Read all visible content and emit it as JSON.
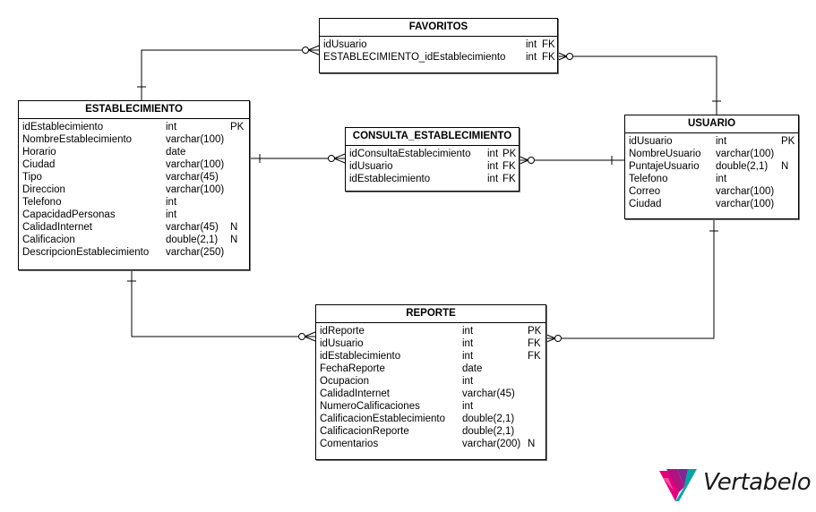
{
  "entities": {
    "favoritos": {
      "title": "FAVORITOS",
      "columns": [
        {
          "name": "idUsuario",
          "type": "int",
          "flag": "FK"
        },
        {
          "name": "ESTABLECIMIENTO_idEstablecimiento",
          "type": "int",
          "flag": "FK"
        }
      ]
    },
    "establecimiento": {
      "title": "ESTABLECIMIENTO",
      "columns": [
        {
          "name": "idEstablecimiento",
          "type": "int",
          "flag": "PK"
        },
        {
          "name": "NombreEstablecimiento",
          "type": "varchar(100)",
          "flag": ""
        },
        {
          "name": "Horario",
          "type": "date",
          "flag": ""
        },
        {
          "name": "Ciudad",
          "type": "varchar(100)",
          "flag": ""
        },
        {
          "name": "Tipo",
          "type": "varchar(45)",
          "flag": ""
        },
        {
          "name": "Direccion",
          "type": "varchar(100)",
          "flag": ""
        },
        {
          "name": "Telefono",
          "type": "int",
          "flag": ""
        },
        {
          "name": "CapacidadPersonas",
          "type": "int",
          "flag": ""
        },
        {
          "name": "CalidadInternet",
          "type": "varchar(45)",
          "flag": "N"
        },
        {
          "name": "Calificacion",
          "type": "double(2,1)",
          "flag": "N"
        },
        {
          "name": "DescripcionEstablecimiento",
          "type": "varchar(250)",
          "flag": ""
        }
      ]
    },
    "consulta": {
      "title": "CONSULTA_ESTABLECIMIENTO",
      "columns": [
        {
          "name": "idConsultaEstablecimiento",
          "type": "int",
          "flag": "PK"
        },
        {
          "name": "idUsuario",
          "type": "int",
          "flag": "FK"
        },
        {
          "name": "idEstablecimiento",
          "type": "int",
          "flag": "FK"
        }
      ]
    },
    "usuario": {
      "title": "USUARIO",
      "columns": [
        {
          "name": "idUsuario",
          "type": "int",
          "flag": "PK"
        },
        {
          "name": "NombreUsuario",
          "type": "varchar(100)",
          "flag": ""
        },
        {
          "name": "PuntajeUsuario",
          "type": "double(2,1)",
          "flag": "N"
        },
        {
          "name": "Telefono",
          "type": "int",
          "flag": ""
        },
        {
          "name": "Correo",
          "type": "varchar(100)",
          "flag": ""
        },
        {
          "name": "Ciudad",
          "type": "varchar(100)",
          "flag": ""
        }
      ]
    },
    "reporte": {
      "title": "REPORTE",
      "columns": [
        {
          "name": "idReporte",
          "type": "int",
          "flag": "PK"
        },
        {
          "name": "idUsuario",
          "type": "int",
          "flag": "FK"
        },
        {
          "name": "idEstablecimiento",
          "type": "int",
          "flag": "FK"
        },
        {
          "name": "FechaReporte",
          "type": "date",
          "flag": ""
        },
        {
          "name": "Ocupacion",
          "type": "int",
          "flag": ""
        },
        {
          "name": "CalidadInternet",
          "type": "varchar(45)",
          "flag": ""
        },
        {
          "name": "NumeroCalificaciones",
          "type": "int",
          "flag": ""
        },
        {
          "name": "CalificacionEstablecimiento",
          "type": "double(2,1)",
          "flag": ""
        },
        {
          "name": "CalificacionReporte",
          "type": "double(2,1)",
          "flag": ""
        },
        {
          "name": "Comentarios",
          "type": "varchar(200)",
          "flag": "N"
        }
      ]
    }
  },
  "relationships": [
    {
      "from": "establecimiento",
      "to": "favoritos",
      "from_end": "one",
      "to_end": "zero-or-many"
    },
    {
      "from": "usuario",
      "to": "favoritos",
      "from_end": "one",
      "to_end": "zero-or-many"
    },
    {
      "from": "establecimiento",
      "to": "consulta",
      "from_end": "one",
      "to_end": "zero-or-many"
    },
    {
      "from": "usuario",
      "to": "consulta",
      "from_end": "one",
      "to_end": "zero-or-many"
    },
    {
      "from": "establecimiento",
      "to": "reporte",
      "from_end": "one",
      "to_end": "zero-or-many"
    },
    {
      "from": "usuario",
      "to": "reporte",
      "from_end": "one",
      "to_end": "zero-or-many"
    }
  ],
  "brand": {
    "name": "Vertabelo",
    "colors": [
      "#e6007e",
      "#7b2a90",
      "#00a6a6"
    ]
  },
  "line_color": "#000000"
}
